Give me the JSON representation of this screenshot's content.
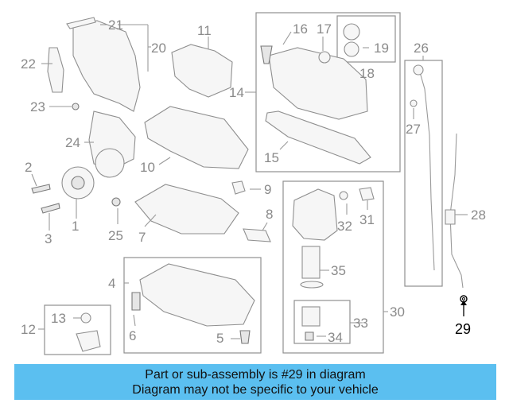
{
  "callouts": [
    {
      "id": "c1",
      "number": "1"
    },
    {
      "id": "c2",
      "number": "2"
    },
    {
      "id": "c3",
      "number": "3"
    },
    {
      "id": "c4",
      "number": "4"
    },
    {
      "id": "c5",
      "number": "5"
    },
    {
      "id": "c6",
      "number": "6"
    },
    {
      "id": "c7",
      "number": "7"
    },
    {
      "id": "c8",
      "number": "8"
    },
    {
      "id": "c9",
      "number": "9"
    },
    {
      "id": "c10",
      "number": "10"
    },
    {
      "id": "c11",
      "number": "11"
    },
    {
      "id": "c12",
      "number": "12"
    },
    {
      "id": "c13",
      "number": "13"
    },
    {
      "id": "c14",
      "number": "14"
    },
    {
      "id": "c15",
      "number": "15"
    },
    {
      "id": "c16",
      "number": "16"
    },
    {
      "id": "c17",
      "number": "17"
    },
    {
      "id": "c18",
      "number": "18"
    },
    {
      "id": "c19",
      "number": "19"
    },
    {
      "id": "c20",
      "number": "20"
    },
    {
      "id": "c21",
      "number": "21"
    },
    {
      "id": "c22",
      "number": "22"
    },
    {
      "id": "c23",
      "number": "23"
    },
    {
      "id": "c24",
      "number": "24"
    },
    {
      "id": "c25",
      "number": "25"
    },
    {
      "id": "c26",
      "number": "26"
    },
    {
      "id": "c27",
      "number": "27"
    },
    {
      "id": "c28",
      "number": "28"
    },
    {
      "id": "c29",
      "number": "29",
      "highlighted": true
    },
    {
      "id": "c30",
      "number": "30"
    },
    {
      "id": "c31",
      "number": "31"
    },
    {
      "id": "c32",
      "number": "32"
    },
    {
      "id": "c33",
      "number": "33"
    },
    {
      "id": "c34",
      "number": "34"
    },
    {
      "id": "c35",
      "number": "35"
    }
  ],
  "banner": {
    "line1": "Part or sub-assembly is #29 in diagram",
    "line2": "Diagram may not be specific to your vehicle",
    "color": "#5bbff0"
  }
}
